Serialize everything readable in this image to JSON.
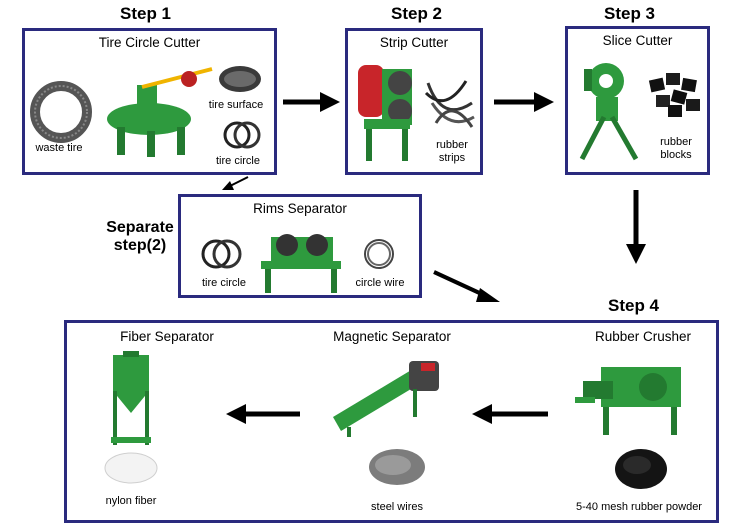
{
  "steps": {
    "step1": "Step 1",
    "step2": "Step 2",
    "step3": "Step 3",
    "step4": "Step 4"
  },
  "separate_step": {
    "line1": "Separate",
    "line2": "step(2)"
  },
  "boxes": {
    "tire_circle_cutter": {
      "title": "Tire Circle Cutter",
      "captions": {
        "waste_tire": "waste tire",
        "tire_surface": "tire surface",
        "tire_circle": "tire circle"
      }
    },
    "strip_cutter": {
      "title": "Strip Cutter",
      "captions": {
        "rubber": "rubber",
        "strips": "strips"
      }
    },
    "slice_cutter": {
      "title": "Slice Cutter",
      "captions": {
        "rubber": "rubber",
        "blocks": "blocks"
      }
    },
    "rims_separator": {
      "title": "Rims Separator",
      "captions": {
        "tire_circle": "tire circle",
        "circle_wire": "circle wire"
      }
    },
    "fiber_separator": {
      "title": "Fiber Separator",
      "caption": "nylon fiber"
    },
    "magnetic_separator": {
      "title": "Magnetic Separator",
      "caption": "steel wires"
    },
    "rubber_crusher": {
      "title": "Rubber Crusher",
      "caption": "5-40 mesh rubber powder"
    }
  },
  "colors": {
    "border": "#2a2a7e",
    "machine": "#2e9a3e",
    "arrow": "#000000"
  }
}
